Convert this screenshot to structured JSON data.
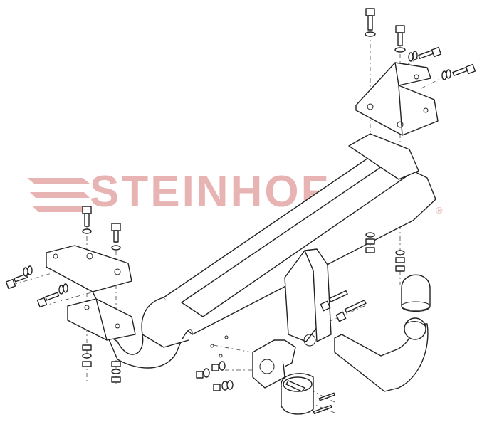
{
  "watermark": {
    "brand": "STEINHOF",
    "registered_mark": "®",
    "color": "#e7b3b3"
  },
  "parts": {
    "crossbar": "crossbar",
    "left_bracket": "left-mounting-bracket",
    "right_bracket": "right-mounting-bracket",
    "tow_ball": "tow-ball-neck",
    "ball_cap": "ball-cap",
    "socket_plate": "socket-plate",
    "electrical_socket": "electrical-socket"
  }
}
